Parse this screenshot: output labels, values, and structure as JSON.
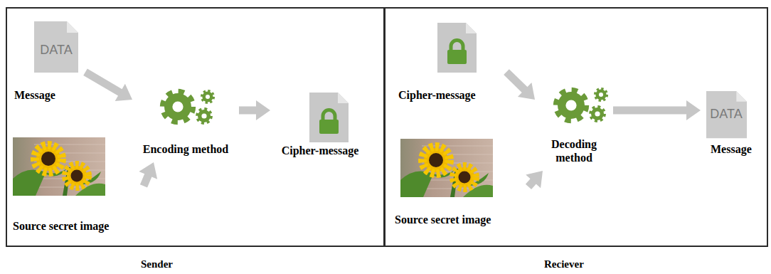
{
  "diagram": {
    "nodes": [
      {
        "text": [
          "Sender"
        ]
      },
      {
        "text": [
          "DATA",
          "Message"
        ],
        "in": 0
      },
      {
        "text": [
          "Source secret image"
        ],
        "in": 0
      },
      {
        "text": [
          "Encoding method"
        ],
        "in": 0
      },
      {
        "text": [
          "Cipher-message"
        ],
        "in": 0
      },
      {
        "text": [
          "Reciever"
        ]
      },
      {
        "text": [
          "Cipher-message"
        ],
        "in": 5
      },
      {
        "text": [
          "Source secret image"
        ],
        "in": 5
      },
      {
        "text": [
          "Decoding method"
        ],
        "in": 5
      },
      {
        "text": [
          "DATA",
          "Message"
        ],
        "in": 5
      }
    ],
    "edges": [
      {
        "from": 1,
        "to": 3,
        "arrow": "to"
      },
      {
        "from": 2,
        "to": 3,
        "arrow": "to"
      },
      {
        "from": 3,
        "to": 4,
        "arrow": "to"
      },
      {
        "from": 6,
        "to": 8,
        "arrow": "to"
      },
      {
        "from": 7,
        "to": 8,
        "arrow": "to"
      },
      {
        "from": 8,
        "to": 9,
        "arrow": "to"
      }
    ]
  }
}
